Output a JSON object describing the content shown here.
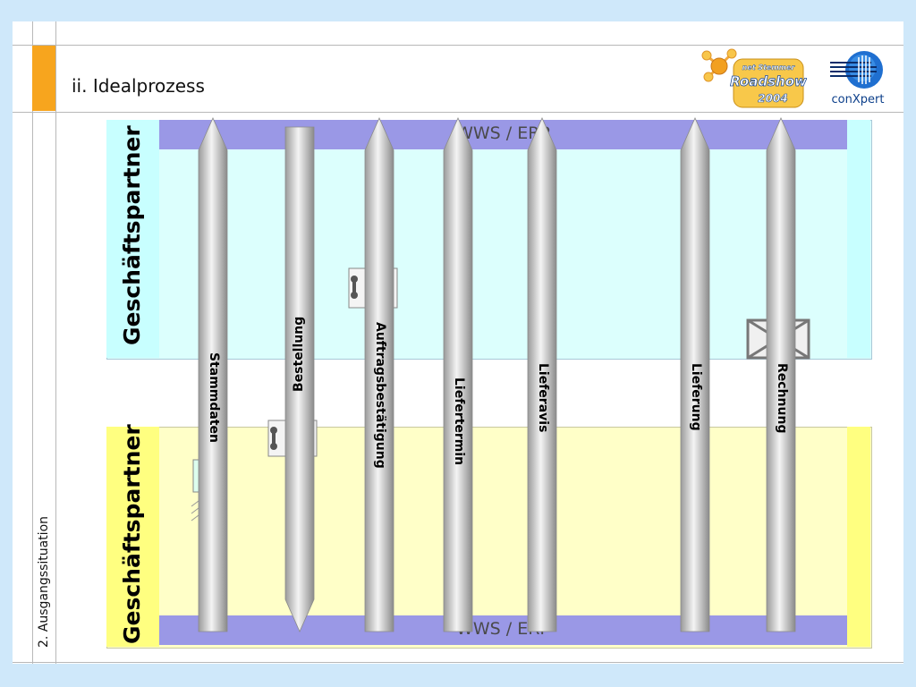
{
  "header": {
    "title": "ii. Idealprozess",
    "side_label": "2. Ausgangssituation"
  },
  "logos": {
    "roadshow_line1": "net Stemmer",
    "roadshow_line2": "Roadshow",
    "roadshow_line3": "2004",
    "conxpert_text": "conXpert"
  },
  "diagram": {
    "top_partner": "Geschäftspartner",
    "bottom_partner": "Geschäftspartner",
    "top_system": "WWS / ERP",
    "bottom_system": "WWS / ERP",
    "flows": [
      {
        "label": "Stammdaten",
        "direction": "up"
      },
      {
        "label": "Bestellung",
        "direction": "down"
      },
      {
        "label": "Auftragsbestätigung",
        "direction": "up"
      },
      {
        "label": "Liefertermin",
        "direction": "up"
      },
      {
        "label": "Lieferavis",
        "direction": "up"
      },
      {
        "label": "Lieferung",
        "direction": "up"
      },
      {
        "label": "Rechnung",
        "direction": "up"
      }
    ]
  },
  "colors": {
    "accent_orange": "#f7a51e",
    "system_bar": "#9a98e6",
    "top_area": "#dcfffd",
    "bottom_area": "#ffffc8",
    "background": "#cfe8fa"
  }
}
